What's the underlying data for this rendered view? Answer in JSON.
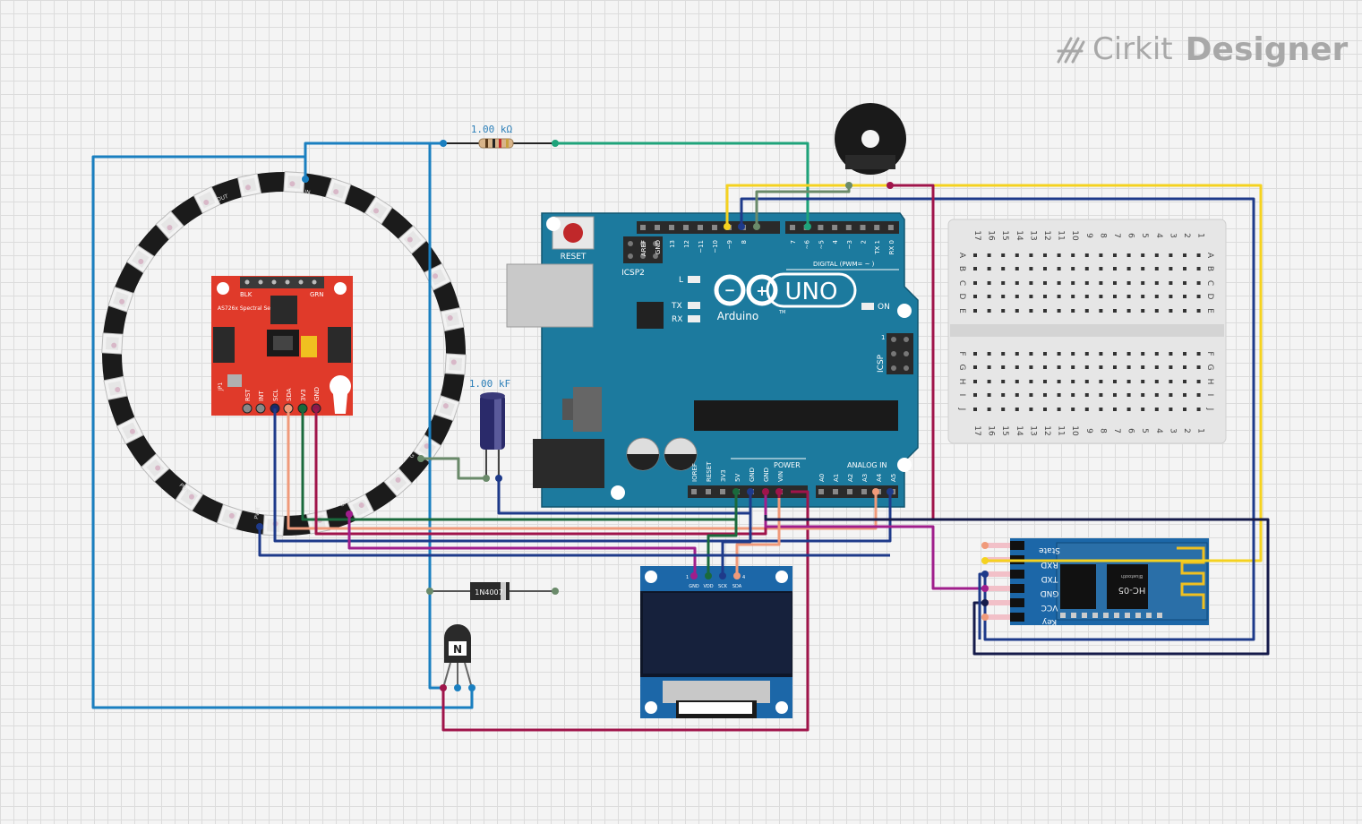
{
  "brand": {
    "name": "Cirkit",
    "product": "Designer"
  },
  "resistor": {
    "label": "1.00 kΩ"
  },
  "capacitor": {
    "label": "1.00 kF"
  },
  "diode": {
    "label": "1N4007"
  },
  "transistor": {
    "label": "N"
  },
  "arduino": {
    "logo_text": "UNO",
    "brand": "Arduino",
    "trademark": "TM",
    "reset": "RESET",
    "icsp2": "ICSP2",
    "icsp": "ICSP",
    "on": "ON",
    "l": "L",
    "tx": "TX",
    "rx": "RX",
    "digital_label": "DIGITAL (PWM= ~ )",
    "power_label": "POWER",
    "analog_label": "ANALOG IN",
    "icsp_one": "1",
    "digital_pins": [
      "AREF",
      "GND",
      "13",
      "12",
      "~11",
      "~10",
      "~9",
      "8",
      "7",
      "~6",
      "~5",
      "4",
      "~3",
      "2",
      "TX 1",
      "RX 0"
    ],
    "power_pins": [
      "IOREF",
      "RESET",
      "3V3",
      "5V",
      "GND",
      "GND",
      "VIN"
    ],
    "analog_pins": [
      "A0",
      "A1",
      "A2",
      "A3",
      "A4",
      "A5"
    ]
  },
  "spectral": {
    "title": "AS726x Spectral Sensor",
    "blk": "BLK",
    "grn": "GRN",
    "jp1": "JP1",
    "pins": [
      "RST",
      "INT",
      "SCL",
      "SDA",
      "3V3",
      "GND"
    ]
  },
  "ring": {
    "labels": [
      "IN",
      "OUT",
      "PWR",
      "GND",
      "G",
      "PWR"
    ]
  },
  "oled": {
    "pins": [
      "GND",
      "VDD",
      "SCK",
      "SDA"
    ],
    "pin_one": "1",
    "pin_four": "4"
  },
  "hc05": {
    "pins": [
      "State",
      "RXD",
      "TXD",
      "GND",
      "VCC",
      "Key"
    ],
    "chip": "HC-05",
    "sub": "Bluetooth"
  },
  "breadboard": {
    "cols": [
      "17",
      "16",
      "15",
      "14",
      "13",
      "12",
      "11",
      "10",
      "9",
      "8",
      "7",
      "6",
      "5",
      "4",
      "3",
      "2",
      "1"
    ],
    "rows_top": [
      "A",
      "B",
      "C",
      "D",
      "E"
    ],
    "rows_bottom": [
      "F",
      "G",
      "H",
      "I",
      "J"
    ]
  },
  "colors": {
    "blue": "#1a7fc0",
    "green": "#1ea37a",
    "yellow": "#f5d21f",
    "navy": "#1e3a8a",
    "maroon": "#a0144a",
    "magenta": "#a01e8c",
    "salmon": "#f09a7a",
    "dkgreen": "#1a6a3c",
    "dark": "#151a4a",
    "sage": "#6a8a6a"
  }
}
